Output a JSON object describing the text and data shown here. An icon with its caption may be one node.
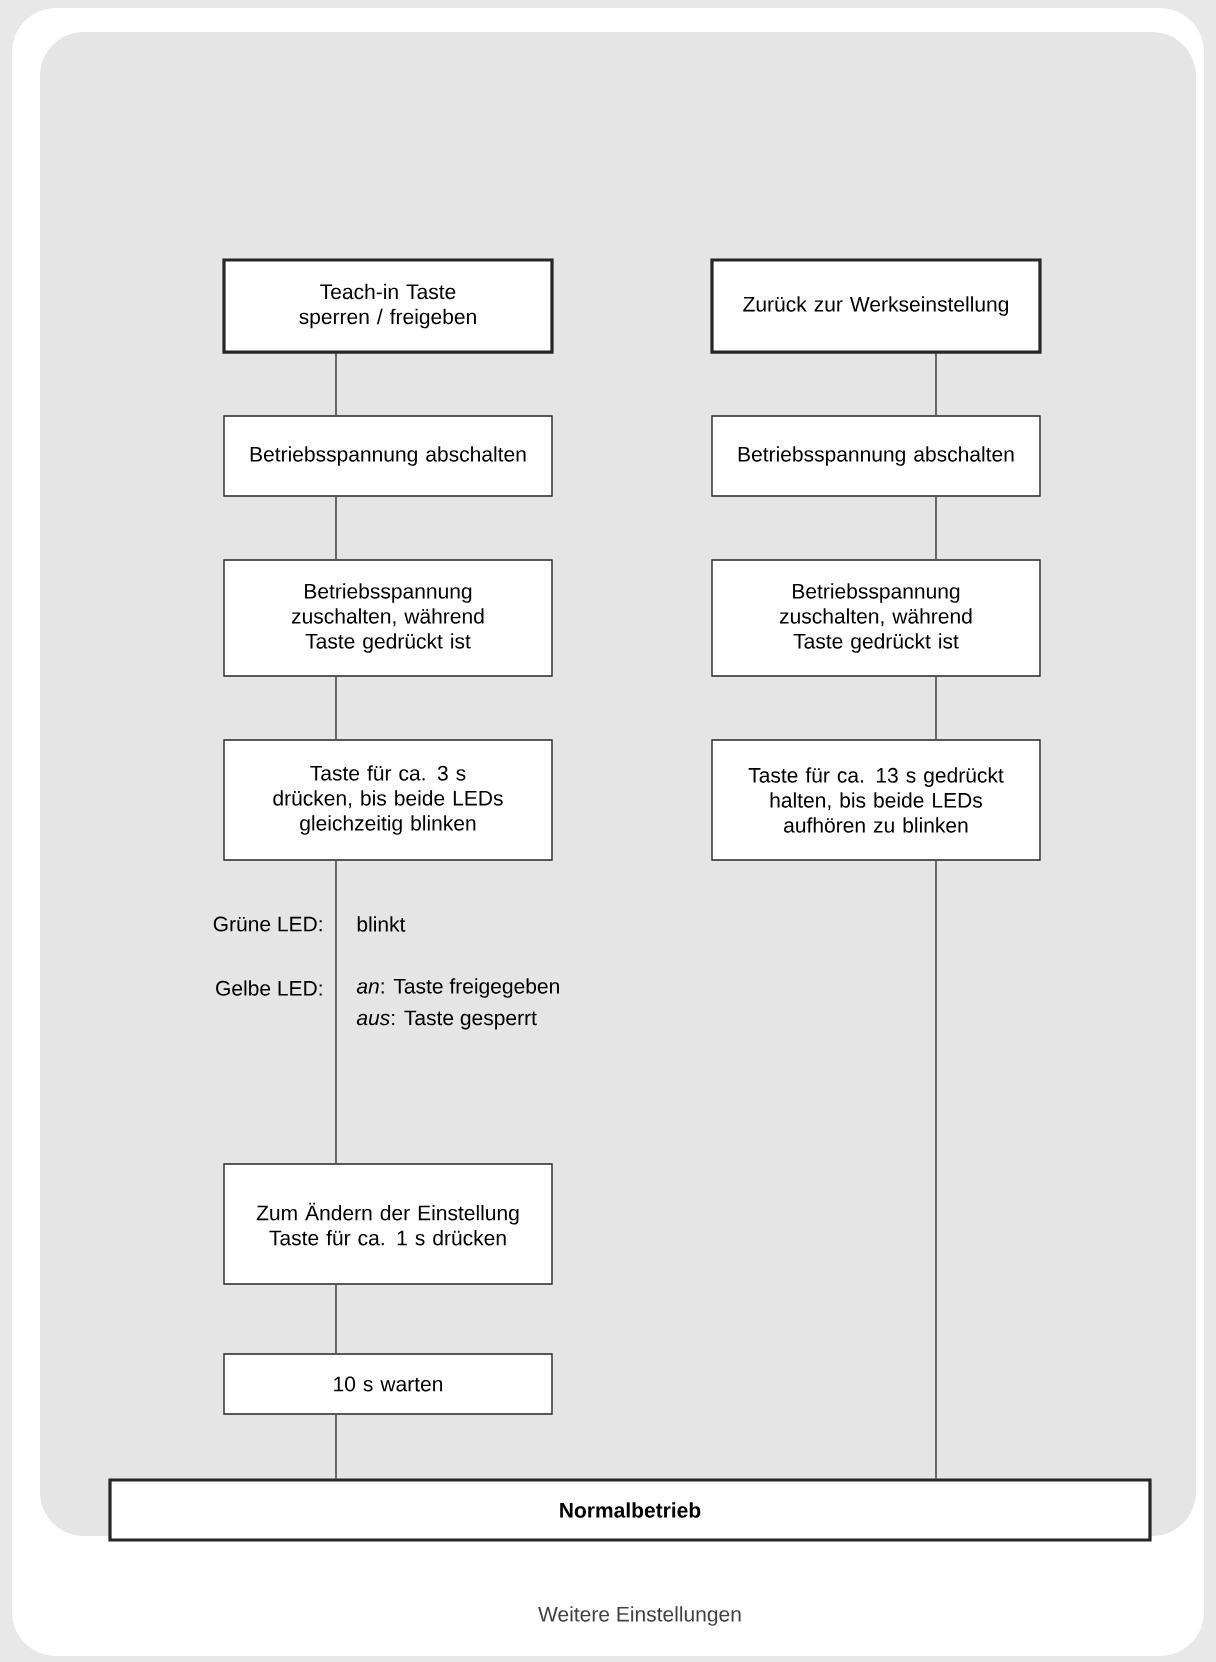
{
  "diagram": {
    "caption": "Weitere Einstellungen",
    "nodes": [
      {
        "text": [
          "Teach-in Taste sperren / freigeben"
        ]
      },
      {
        "text": [
          "Betriebsspannung abschalten"
        ]
      },
      {
        "text": [
          "Betriebsspannung zuschalten, während Taste gedrückt ist"
        ]
      },
      {
        "text": [
          "Taste für ca. 3 s drücken, bis beide LEDs gleichzeitig blinken"
        ]
      },
      {
        "text": [
          "Zum Ändern der Einstellung Taste für ca. 1 s drücken"
        ]
      },
      {
        "text": [
          "10 s warten"
        ]
      },
      {
        "text": [
          "Zurück zur Werkseinstellung"
        ]
      },
      {
        "text": [
          "Betriebsspannung abschalten"
        ]
      },
      {
        "text": [
          "Betriebsspannung zuschalten, während Taste gedrückt ist"
        ]
      },
      {
        "text": [
          "Taste für ca. 13 s gedrückt halten, bis beide LEDs aufhören zu blinken"
        ]
      },
      {
        "text": [
          "Normalbetrieb"
        ]
      }
    ],
    "edges": [
      {
        "from": 0,
        "to": 1,
        "arrow": "none"
      },
      {
        "from": 1,
        "to": 2,
        "arrow": "none"
      },
      {
        "from": 2,
        "to": 3,
        "arrow": "none"
      },
      {
        "from": 3,
        "to": 4,
        "arrow": "none"
      },
      {
        "from": 4,
        "to": 5,
        "arrow": "none"
      },
      {
        "from": 5,
        "to": 10,
        "arrow": "none"
      },
      {
        "from": 6,
        "to": 7,
        "arrow": "none"
      },
      {
        "from": 7,
        "to": 8,
        "arrow": "none"
      },
      {
        "from": 8,
        "to": 9,
        "arrow": "none"
      },
      {
        "from": 9,
        "to": 10,
        "arrow": "none"
      }
    ],
    "labels": [
      "Grüne LED:",
      "blinkt",
      "Gelbe LED:",
      "*an*: Taste freigegeben",
      "*aus*: Taste gesperrt"
    ]
  }
}
